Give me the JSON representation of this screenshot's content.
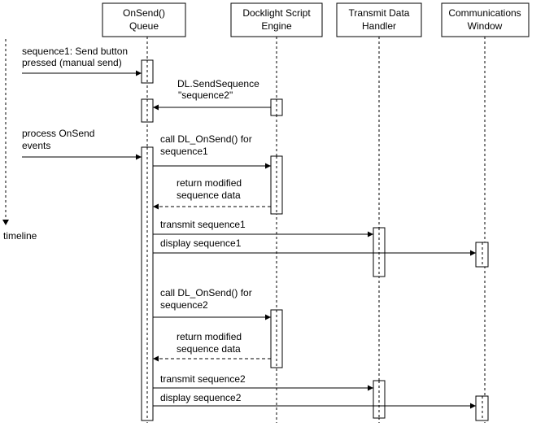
{
  "diagram": {
    "participants": [
      {
        "id": "onsend-queue",
        "lines": [
          "OnSend()",
          "Queue"
        ]
      },
      {
        "id": "docklight-script-engine",
        "lines": [
          "Docklight Script",
          "Engine"
        ]
      },
      {
        "id": "transmit-data-handler",
        "lines": [
          "Transmit Data",
          "Handler"
        ]
      },
      {
        "id": "communications-window",
        "lines": [
          "Communications",
          "Window"
        ]
      }
    ],
    "timeline_label": "timeline",
    "messages": [
      {
        "id": "sequence1-send-button",
        "lines": [
          "sequence1: Send button",
          "pressed (manual send)"
        ]
      },
      {
        "id": "dl-sendsequence",
        "lines": [
          "DL.SendSequence",
          "\"sequence2\""
        ]
      },
      {
        "id": "process-onsend-events",
        "lines": [
          "process OnSend",
          "events"
        ]
      },
      {
        "id": "call-dl-onsend-1",
        "lines": [
          "call DL_OnSend() for",
          "sequence1"
        ]
      },
      {
        "id": "return-modified-1",
        "lines": [
          "return modified",
          "sequence data"
        ]
      },
      {
        "id": "transmit-sequence1",
        "lines": [
          "transmit sequence1"
        ]
      },
      {
        "id": "display-sequence1",
        "lines": [
          "display sequence1"
        ]
      },
      {
        "id": "call-dl-onsend-2",
        "lines": [
          "call DL_OnSend() for",
          "sequence2"
        ]
      },
      {
        "id": "return-modified-2",
        "lines": [
          "return modified",
          "sequence data"
        ]
      },
      {
        "id": "transmit-sequence2",
        "lines": [
          "transmit sequence2"
        ]
      },
      {
        "id": "display-sequence2",
        "lines": [
          "display sequence2"
        ]
      }
    ]
  }
}
